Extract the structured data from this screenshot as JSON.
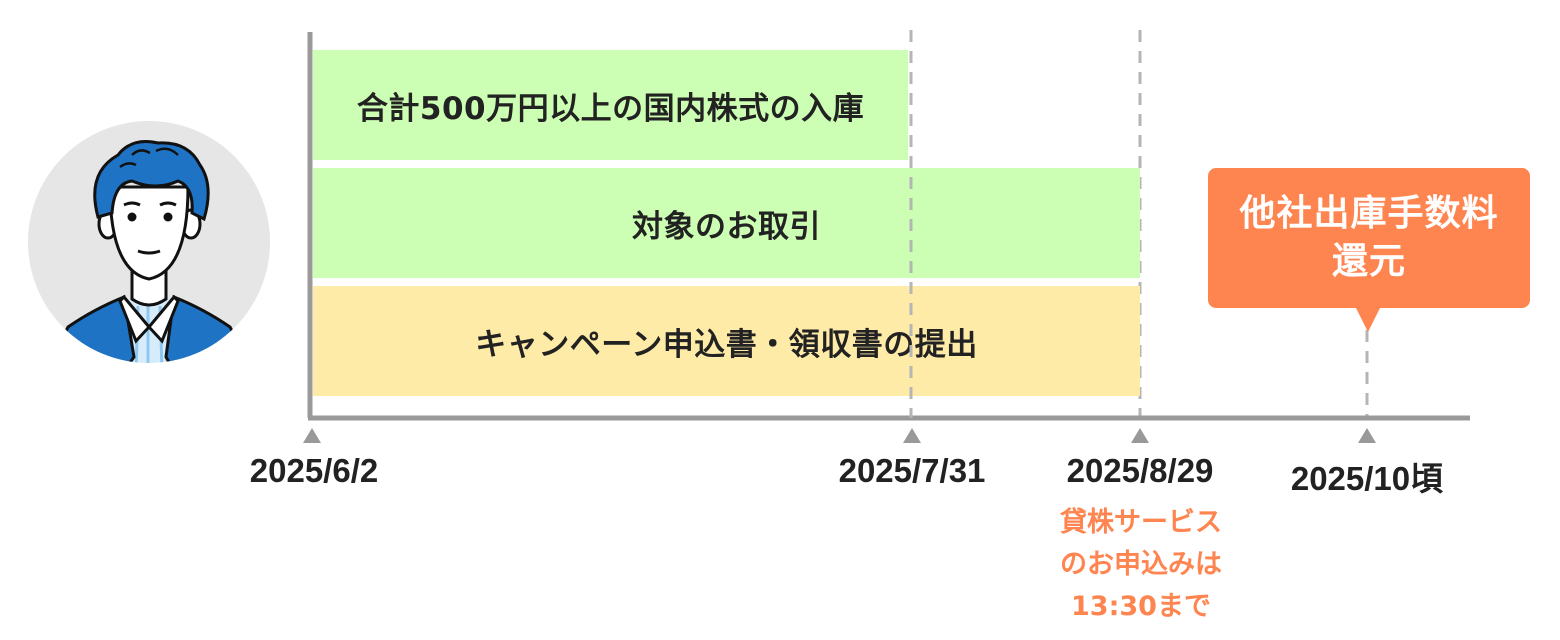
{
  "bars": {
    "stock_transfer": "合計500万円以上の国内株式の入庫",
    "eligible_trades": "対象のお取引",
    "application": "キャンペーン申込書・領収書の提出"
  },
  "dates": {
    "start": "2025/6/2",
    "transfer_deadline": "2025/7/31",
    "campaign_end": "2025/8/29",
    "refund": "2025/10頃"
  },
  "note": {
    "line1": "貸株サービス",
    "line2": "のお申込みは",
    "line3": "13:30まで"
  },
  "callout": {
    "line1": "他社出庫手数料",
    "line2": "還元"
  },
  "colors": {
    "bar_green": "#ccffb3",
    "bar_yellow": "#ffeba8",
    "accent_orange": "#ff8550",
    "axis_gray": "#999999"
  },
  "icons": {
    "avatar": "person-avatar-icon",
    "date_marker": "triangle-up-icon"
  }
}
